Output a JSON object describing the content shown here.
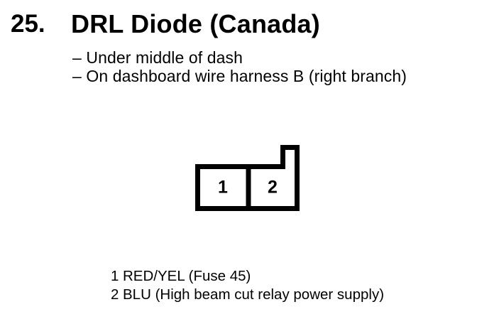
{
  "document": {
    "item_number": "25.",
    "title": "DRL Diode (Canada)",
    "location_notes": [
      "– Under middle of dash",
      "– On dashboard wire harness B (right branch)"
    ]
  },
  "connector": {
    "pins": [
      {
        "number": "1"
      },
      {
        "number": "2"
      }
    ]
  },
  "legend": [
    {
      "pin": "1",
      "label": "RED/YEL (Fuse 45)"
    },
    {
      "pin": "2",
      "label": "BLU (High beam cut relay power supply)"
    }
  ],
  "colors": {
    "ink": "#000000",
    "paper": "#ffffff"
  }
}
